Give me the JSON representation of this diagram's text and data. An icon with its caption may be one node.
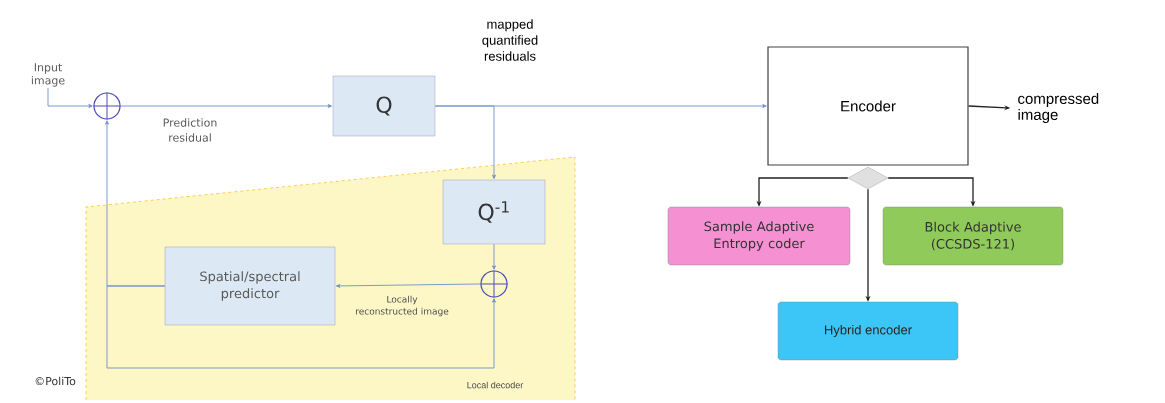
{
  "diagram": {
    "nodes": [
      {
        "text": [
          "Local decoder"
        ]
      },
      {
        "text": [
          "Input image"
        ]
      },
      {
        "text": [],
        "shape": "circle"
      },
      {
        "text": [
          "Q"
        ]
      },
      {
        "text": [
          "Q$^{-1}$"
        ],
        "in": 0
      },
      {
        "text": [],
        "shape": "circle",
        "in": 0
      },
      {
        "text": [
          "Spatial/spectral predictor"
        ],
        "in": 0
      },
      {
        "text": [
          "Encoder"
        ]
      },
      {
        "text": [
          "compressed image"
        ]
      },
      {
        "text": [],
        "shape": "diamond"
      },
      {
        "text": [
          "Sample Adaptive Entropy coder"
        ]
      },
      {
        "text": [
          "Block Adaptive (CCSDS-121)"
        ]
      },
      {
        "text": [
          "Hybrid encoder"
        ]
      }
    ],
    "edges": [
      {
        "from": 1,
        "to": 2,
        "arrow": "to"
      },
      {
        "from": 2,
        "to": 3,
        "arrow": "to",
        "label": "Prediction residual"
      },
      {
        "from": 3,
        "to": 7,
        "arrow": "to",
        "label": "mapped quantified residuals"
      },
      {
        "from": 3,
        "to": 4,
        "arrow": "to"
      },
      {
        "from": 4,
        "to": 5,
        "arrow": "to"
      },
      {
        "from": 5,
        "to": 6,
        "arrow": "to",
        "label": "Locally reconstructed image"
      },
      {
        "from": 6,
        "to": 2,
        "arrow": "to"
      },
      {
        "from": 6,
        "to": 5,
        "arrow": "to"
      },
      {
        "from": 7,
        "to": 8,
        "arrow": "to",
        "color": "#222222"
      },
      {
        "from": 9,
        "to": 10,
        "arrow": "to",
        "color": "#222222"
      },
      {
        "from": 9,
        "to": 11,
        "arrow": "to",
        "color": "#222222"
      },
      {
        "from": 9,
        "to": 12,
        "arrow": "to",
        "color": "#222222"
      }
    ],
    "labels": [
      "©PoliTo"
    ]
  }
}
